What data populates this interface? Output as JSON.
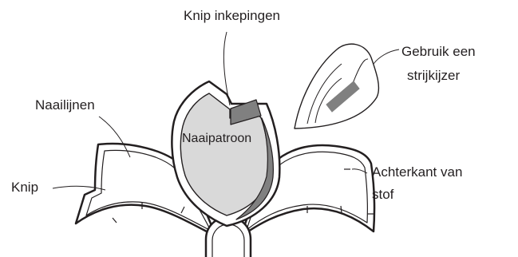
{
  "labels": {
    "clip_notches": "Knip inkepingen",
    "use_iron_line1": "Gebruik een",
    "use_iron_line2": "strijkijzer",
    "seam_lines": "Naailijnen",
    "sewing_pattern": "Naaipatroon",
    "clip": "Knip",
    "wrong_side_line1": "Achterkant van",
    "wrong_side_line2": "stof"
  },
  "colors": {
    "ink": "#231f20",
    "pattern_fill": "#d9d9d9",
    "folded_edge": "#808080",
    "iron_fill": "#ffffff"
  },
  "icons": {
    "iron": "iron-icon"
  }
}
